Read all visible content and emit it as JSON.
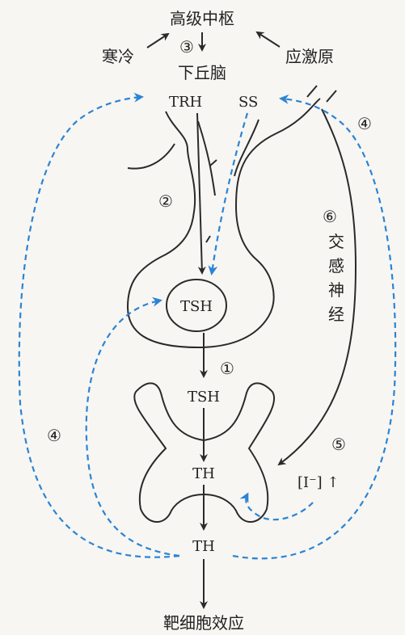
{
  "labels": {
    "center": "高级中枢",
    "cold": "寒冷",
    "stress": "应激原",
    "hypothalamus": "下丘脑",
    "trh": "TRH",
    "ss": "SS",
    "tsh_pituitary": "TSH",
    "tsh_blood": "TSH",
    "th_thyroid": "TH",
    "th_out": "TH",
    "iodide": "[I⁻] ↑",
    "sympathetic": [
      "交",
      "感",
      "神",
      "经"
    ],
    "target": "靶细胞效应"
  },
  "markers": {
    "m1": "①",
    "m2": "②",
    "m3": "③",
    "m4_right": "④",
    "m4_left": "④",
    "m5": "⑤",
    "m6": "⑥"
  },
  "colors": {
    "solid": "#2a2a2a",
    "dashed_feedback": "#2b84d4"
  }
}
